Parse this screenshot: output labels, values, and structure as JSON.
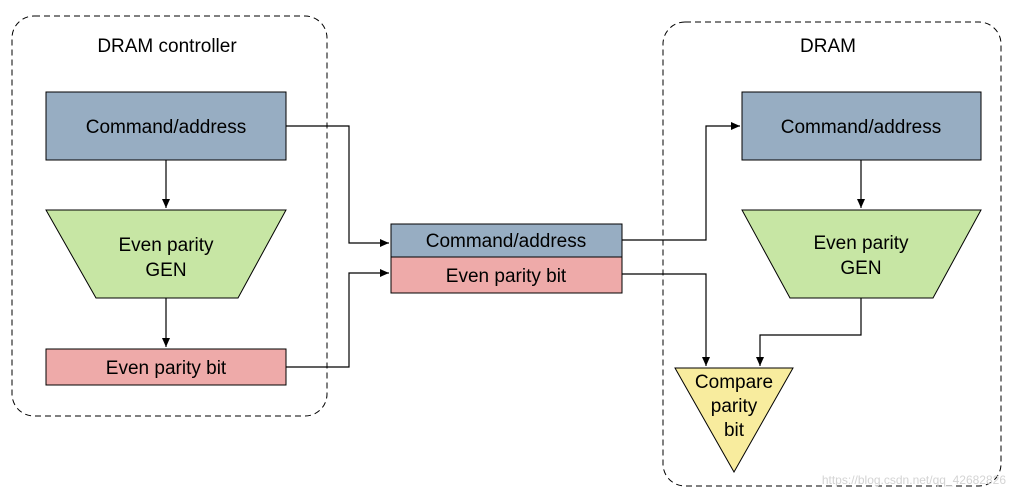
{
  "colors": {
    "command_fill": "#97adc2",
    "parity_bit_fill": "#eeaaa9",
    "gen_fill": "#c7e6a4",
    "compare_fill": "#f8ec9e",
    "line": "#000000"
  },
  "controller": {
    "title": "DRAM controller",
    "command": "Command/address",
    "gen_line1": "Even parity",
    "gen_line2": "GEN",
    "parity_bit": "Even parity bit"
  },
  "bus": {
    "command": "Command/address",
    "parity_bit": "Even parity bit"
  },
  "dram": {
    "title": "DRAM",
    "command": "Command/address",
    "gen_line1": "Even parity",
    "gen_line2": "GEN",
    "compare_line1": "Compare",
    "compare_line2": "parity",
    "compare_line3": "bit"
  },
  "watermark": "https://blog.csdn.net/qq_42682826"
}
